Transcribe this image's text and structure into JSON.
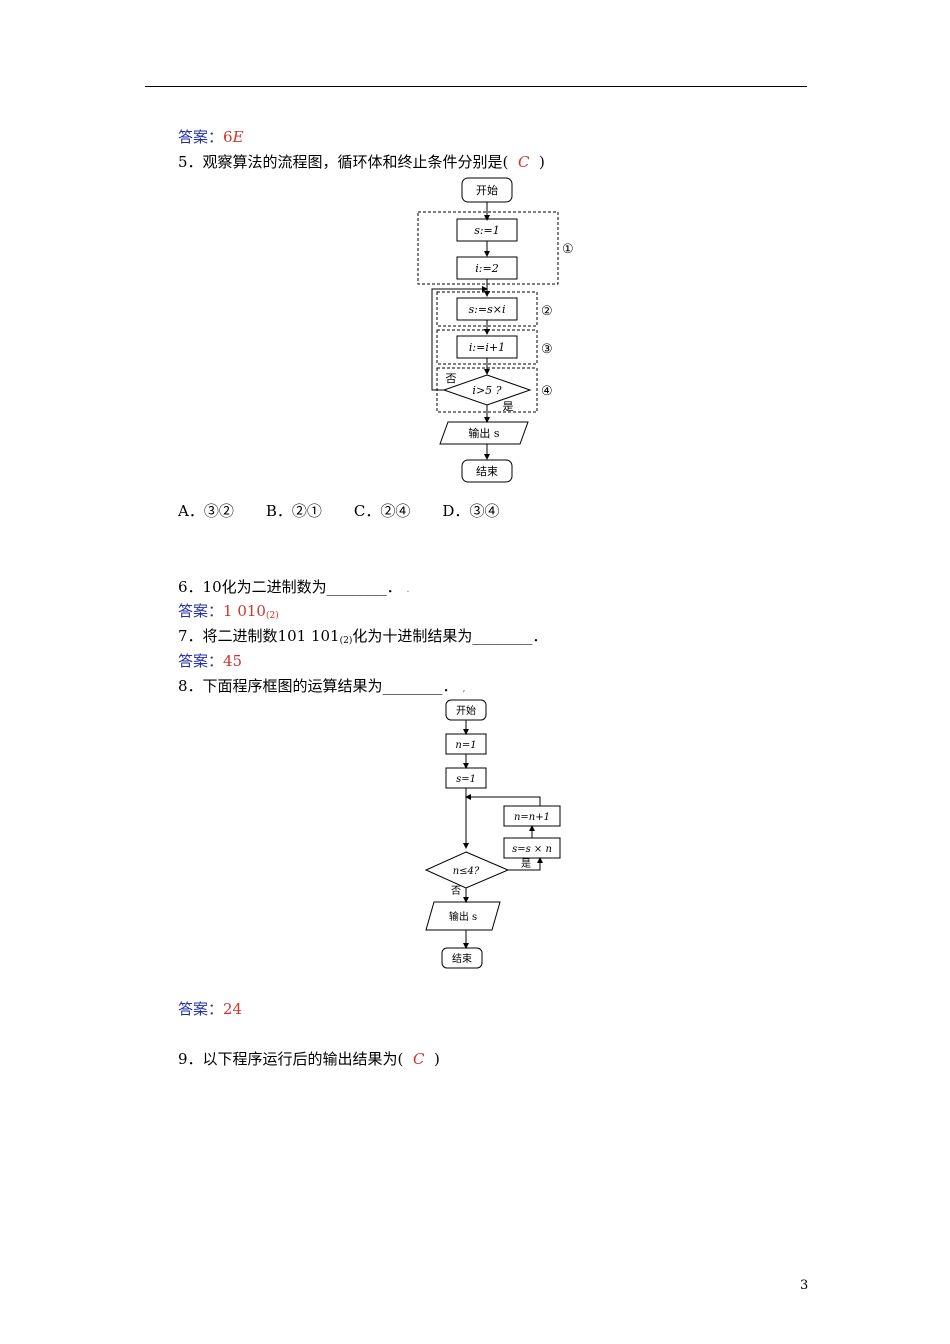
{
  "q4_answer": {
    "label": "答案：",
    "value": "6",
    "value_italic": "E"
  },
  "q5": {
    "number": "5．",
    "text": "观察算法的流程图，循环体和终止条件分别是(",
    "answer": "C",
    "close": ")",
    "choices": [
      {
        "letter": "A．",
        "value": "③②"
      },
      {
        "letter": "B．",
        "value": "②①"
      },
      {
        "letter": "C．",
        "value": "②④"
      },
      {
        "letter": "D．",
        "value": "③④"
      }
    ],
    "flow": {
      "start": "开始",
      "s_init": "s:=1",
      "i_init": "i:=2",
      "s_update": "s:=s×i",
      "i_update": "i:=i+1",
      "cond": "i>5 ?",
      "no": "否",
      "yes": "是",
      "output": "输出 s",
      "end": "结束",
      "marks": [
        "①",
        "②",
        "③",
        "④"
      ]
    }
  },
  "q6": {
    "number": "6．",
    "text": "10化为二进制数为________．",
    "answer_label": "答案：",
    "answer_value": "1 010",
    "answer_sub": "(2)"
  },
  "q7": {
    "number": "7．",
    "text_a": "将二进制数101 101",
    "text_sub": "(2)",
    "text_b": "化为十进制结果为________．",
    "answer_label": "答案：",
    "answer_value": "45"
  },
  "q8": {
    "number": "8．",
    "text": "下面程序框图的运算结果为________．",
    "flow": {
      "start": "开始",
      "n_init": "n=1",
      "s_init": "s=1",
      "n_update": "n=n+1",
      "s_update": "s=s × n",
      "cond": "n≤4?",
      "yes": "是",
      "no": "否",
      "output": "输出 s",
      "end": "结束"
    },
    "answer_label": "答案：",
    "answer_value": "24"
  },
  "q9": {
    "number": "9．",
    "text": "以下程序运行后的输出结果为(",
    "answer": "C",
    "close": ")"
  },
  "page_number": "3"
}
